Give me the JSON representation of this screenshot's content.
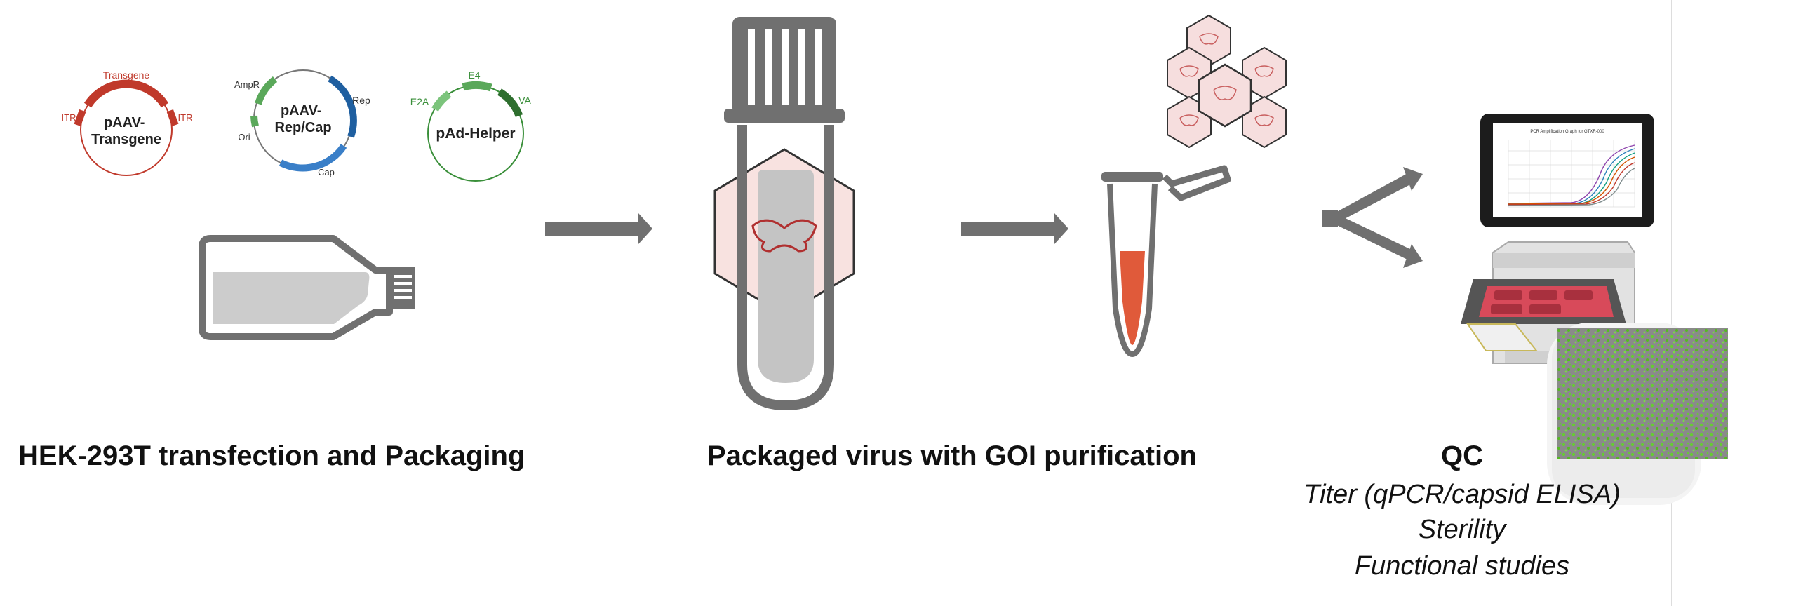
{
  "plasmids": [
    {
      "name": "pAAV-\nTransgene",
      "labels": [
        "Transgene",
        "ITR",
        "ITR"
      ],
      "color": "#c0392b"
    },
    {
      "name": "pAAV-\nRep/Cap",
      "labels": [
        "AmpR",
        "Rep",
        "Ori",
        "Cap"
      ],
      "color": "#1f5fa0"
    },
    {
      "name": "pAd-Helper",
      "labels": [
        "E2A",
        "E4",
        "VA"
      ],
      "color": "#3a8f3a"
    }
  ],
  "captions": {
    "step1": "HEK-293T transfection and Packaging",
    "step2": "Packaged virus with GOI purification",
    "step3": "QC"
  },
  "qc_items": [
    "Titer (qPCR/capsid ELISA)",
    "Sterility",
    "Functional studies"
  ],
  "tablet_chart_title": "PCR Amplification Graph for GTXR-000",
  "colors": {
    "arrow": "#707070",
    "vessel": "#707070",
    "transgene": "#c0392b",
    "repcap": "#1f5fa0",
    "helper": "#3a8f3a",
    "capsid_fill": "#f8e2e0",
    "eluate": "#e05a3a",
    "cells": "#66cc33"
  }
}
